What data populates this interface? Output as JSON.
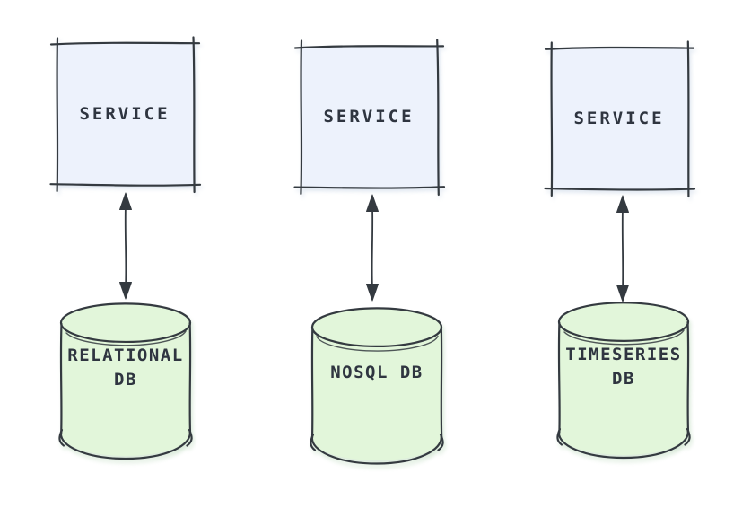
{
  "diagram": {
    "connector_type": "bidirectional-arrow",
    "columns": [
      {
        "service_label": "SERVICE",
        "db_label": "RELATIONAL DB"
      },
      {
        "service_label": "SERVICE",
        "db_label": "NOSQL DB"
      },
      {
        "service_label": "SERVICE",
        "db_label": "TIMESERIES DB"
      }
    ]
  },
  "colors": {
    "ink": "#343a40",
    "service_fill": "#edf2fc",
    "db_fill": "#e2f6da",
    "text": "#2f3540",
    "background": "#ffffff"
  }
}
